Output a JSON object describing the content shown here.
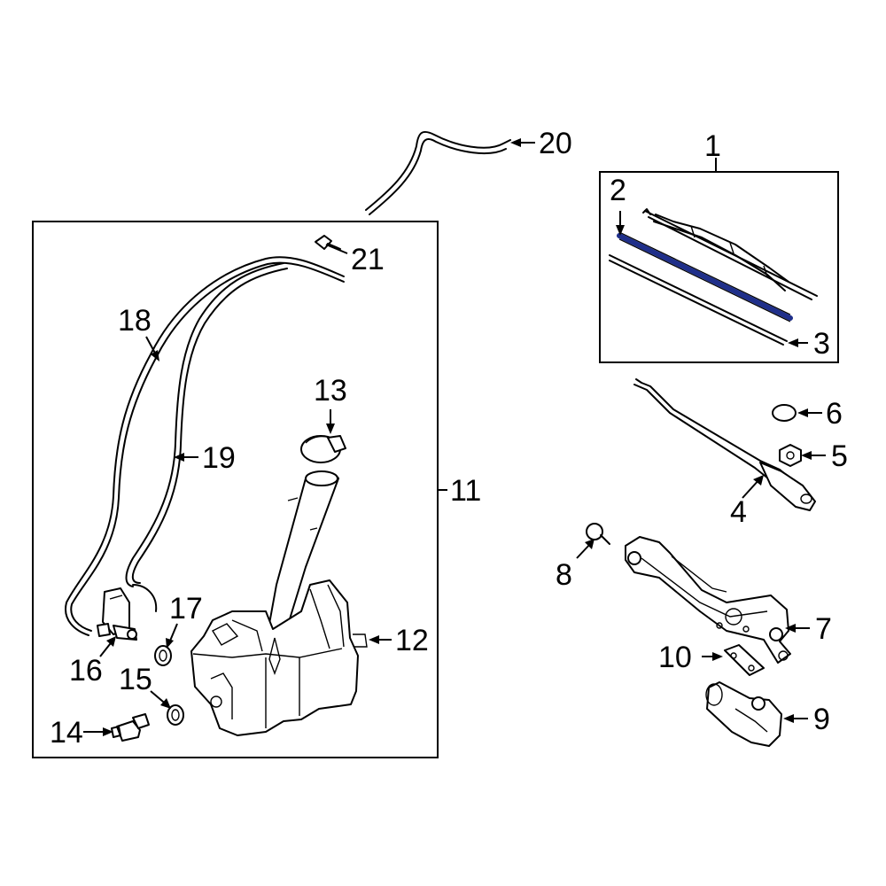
{
  "diagram": {
    "highlight_color": "#1f2f8a",
    "callouts": [
      {
        "id": "1",
        "label": "1"
      },
      {
        "id": "2",
        "label": "2"
      },
      {
        "id": "3",
        "label": "3"
      },
      {
        "id": "4",
        "label": "4"
      },
      {
        "id": "5",
        "label": "5"
      },
      {
        "id": "6",
        "label": "6"
      },
      {
        "id": "7",
        "label": "7"
      },
      {
        "id": "8",
        "label": "8"
      },
      {
        "id": "9",
        "label": "9"
      },
      {
        "id": "10",
        "label": "10"
      },
      {
        "id": "11",
        "label": "11"
      },
      {
        "id": "12",
        "label": "12"
      },
      {
        "id": "13",
        "label": "13"
      },
      {
        "id": "14",
        "label": "14"
      },
      {
        "id": "15",
        "label": "15"
      },
      {
        "id": "16",
        "label": "16"
      },
      {
        "id": "17",
        "label": "17"
      },
      {
        "id": "18",
        "label": "18"
      },
      {
        "id": "19",
        "label": "19"
      },
      {
        "id": "20",
        "label": "20"
      },
      {
        "id": "21",
        "label": "21"
      }
    ]
  }
}
